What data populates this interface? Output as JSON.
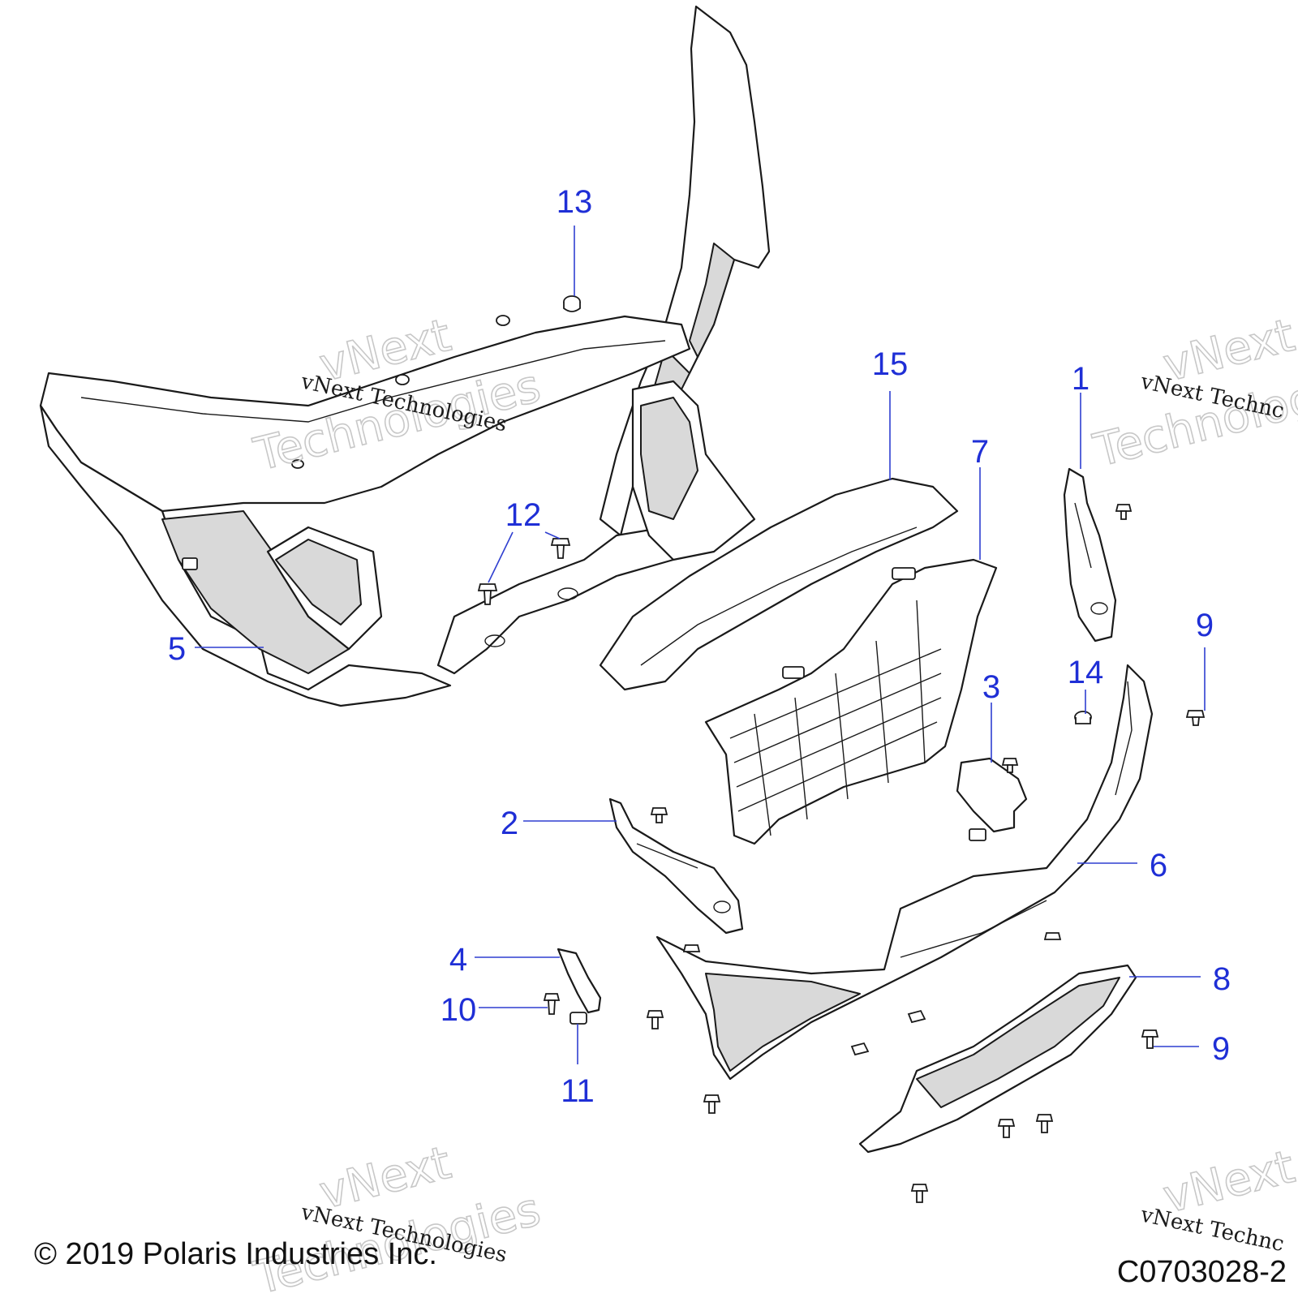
{
  "callouts": [
    {
      "id": "1",
      "label": "1"
    },
    {
      "id": "2",
      "label": "2"
    },
    {
      "id": "3",
      "label": "3"
    },
    {
      "id": "4",
      "label": "4"
    },
    {
      "id": "5",
      "label": "5"
    },
    {
      "id": "6",
      "label": "6"
    },
    {
      "id": "7",
      "label": "7"
    },
    {
      "id": "8",
      "label": "8"
    },
    {
      "id": "9a",
      "label": "9"
    },
    {
      "id": "9b",
      "label": "9"
    },
    {
      "id": "10",
      "label": "10"
    },
    {
      "id": "11",
      "label": "11"
    },
    {
      "id": "12",
      "label": "12"
    },
    {
      "id": "13",
      "label": "13"
    },
    {
      "id": "14",
      "label": "14"
    },
    {
      "id": "15",
      "label": "15"
    }
  ],
  "watermark": {
    "line1": "vNext",
    "line2": "Technologies",
    "mono": "vNext Technologies",
    "mono_partial": "vNext Technc"
  },
  "footer": {
    "copyright": "© 2019 Polaris Industries Inc.",
    "diagram_code": "C0703028-2"
  },
  "colors": {
    "callout": "#1f2fd6",
    "line": "#1a1a1a",
    "watermark": "#c8c8c8"
  }
}
